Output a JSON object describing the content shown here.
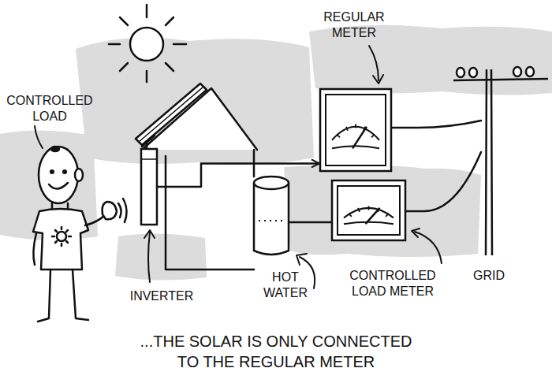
{
  "diagram": {
    "caption": "...THE SOLAR IS ONLY CONNECTED TO THE REGULAR METER",
    "nodes": [
      {
        "text": [
          "INVERTER"
        ]
      },
      {
        "text": [
          "HOT WATER"
        ]
      },
      {
        "text": [
          "REGULAR METER"
        ]
      },
      {
        "text": [
          "CONTROLLED LOAD METER"
        ]
      },
      {
        "text": [
          "GRID"
        ]
      }
    ],
    "edges": [
      {
        "from": 0,
        "to": 2,
        "arrow": "to"
      },
      {
        "from": 1,
        "to": 3,
        "arrow": "none"
      },
      {
        "from": 2,
        "to": 4,
        "arrow": "none"
      },
      {
        "from": 3,
        "to": 4,
        "arrow": "none"
      }
    ],
    "labels": [
      "CONTROLLED LOAD"
    ]
  }
}
